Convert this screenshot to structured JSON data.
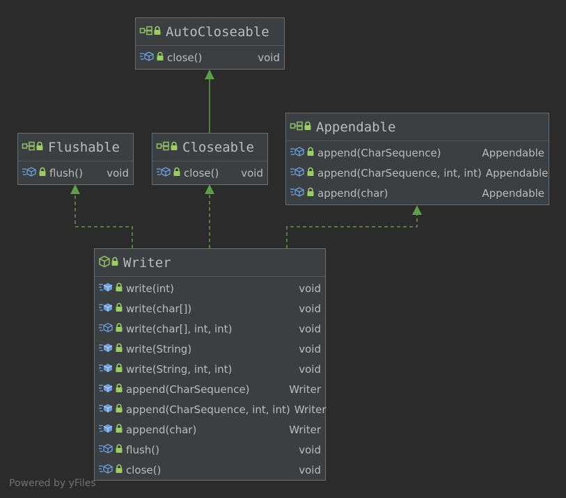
{
  "diagram": {
    "nodes": {
      "autocloseable": {
        "title": "AutoCloseable",
        "kind": "interface",
        "members": [
          {
            "name": "close()",
            "type": "void",
            "abstract": true
          }
        ]
      },
      "flushable": {
        "title": "Flushable",
        "kind": "interface",
        "members": [
          {
            "name": "flush()",
            "type": "void",
            "abstract": true
          }
        ]
      },
      "closeable": {
        "title": "Closeable",
        "kind": "interface",
        "members": [
          {
            "name": "close()",
            "type": "void",
            "abstract": true
          }
        ]
      },
      "appendable": {
        "title": "Appendable",
        "kind": "interface",
        "members": [
          {
            "name": "append(CharSequence)",
            "type": "Appendable",
            "abstract": true
          },
          {
            "name": "append(CharSequence, int, int)",
            "type": "Appendable",
            "abstract": true
          },
          {
            "name": "append(char)",
            "type": "Appendable",
            "abstract": true
          }
        ]
      },
      "writer": {
        "title": "Writer",
        "kind": "abstract-class",
        "members": [
          {
            "name": "write(int)",
            "type": "void",
            "abstract": false
          },
          {
            "name": "write(char[])",
            "type": "void",
            "abstract": false
          },
          {
            "name": "write(char[], int, int)",
            "type": "void",
            "abstract": true
          },
          {
            "name": "write(String)",
            "type": "void",
            "abstract": false
          },
          {
            "name": "write(String, int, int)",
            "type": "void",
            "abstract": false
          },
          {
            "name": "append(CharSequence)",
            "type": "Writer",
            "abstract": false
          },
          {
            "name": "append(CharSequence, int, int)",
            "type": "Writer",
            "abstract": false
          },
          {
            "name": "append(char)",
            "type": "Writer",
            "abstract": false
          },
          {
            "name": "flush()",
            "type": "void",
            "abstract": true
          },
          {
            "name": "close()",
            "type": "void",
            "abstract": true
          }
        ]
      }
    },
    "edges": [
      {
        "from": "closeable",
        "to": "autocloseable",
        "relation": "extends"
      },
      {
        "from": "writer",
        "to": "flushable",
        "relation": "implements"
      },
      {
        "from": "writer",
        "to": "closeable",
        "relation": "implements"
      },
      {
        "from": "writer",
        "to": "appendable",
        "relation": "implements"
      }
    ]
  },
  "colors": {
    "background": "#2b2b2b",
    "node_fill": "#3c3f41",
    "node_border": "#6e6e6e",
    "edge": "#5f9d4a",
    "interface_icon": "#8fb964",
    "lock_icon": "#9ccc65",
    "method_icon": "#6b9ddb",
    "text": "#bbbbbb"
  },
  "watermark": "Powered by yFiles"
}
